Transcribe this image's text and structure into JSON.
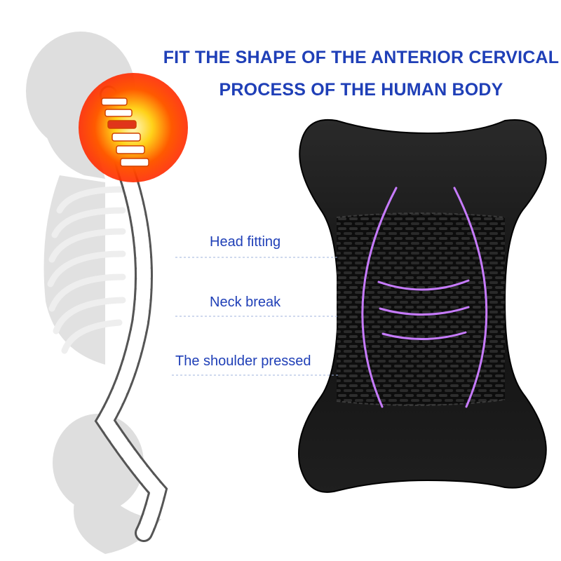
{
  "headline": {
    "line1": "FIT THE SHAPE OF THE ANTERIOR CERVICAL",
    "line2": "PROCESS OF THE HUMAN BODY"
  },
  "callouts": [
    {
      "label": "Head fitting"
    },
    {
      "label": "Neck break"
    },
    {
      "label": "The shoulder pressed"
    }
  ],
  "colors": {
    "headline": "#1f3fb7",
    "silhouette": "#dcdcdc",
    "pain_glow": "#ff3b00",
    "pillow": "#111111",
    "accent_stripes": "#b14cff"
  }
}
